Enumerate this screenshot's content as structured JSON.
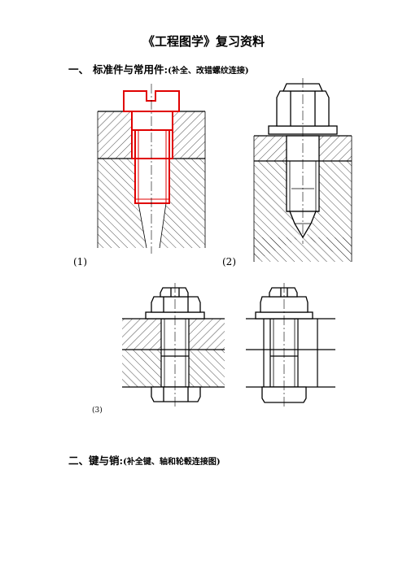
{
  "title": "《工程图学》复习资料",
  "section1": {
    "number": "一、",
    "heading": "标准件与常用件:",
    "note": "(补全、改错螺纹连接)"
  },
  "figures": {
    "fig1": "(1)",
    "fig2": "(2)",
    "fig3": "(3)"
  },
  "section2": {
    "heading": "二、键与销:",
    "note": "(补全键、轴和轮毂连接图)"
  },
  "colors": {
    "line": "#000000",
    "correction": "#e00000"
  }
}
